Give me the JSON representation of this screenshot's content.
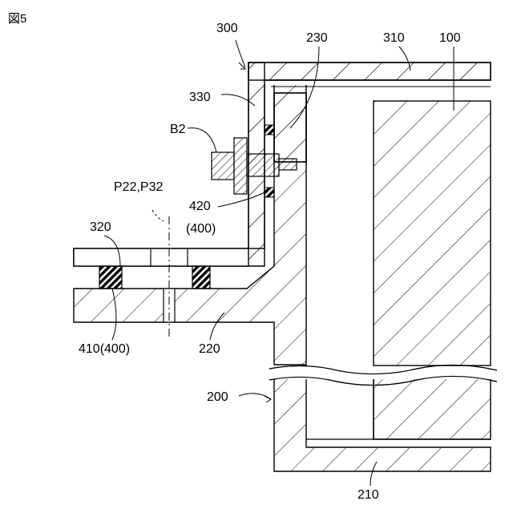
{
  "figure": {
    "title": "図5"
  },
  "labels": {
    "l300": "300",
    "l230": "230",
    "l310": "310",
    "l100": "100",
    "l330": "330",
    "lB2": "B2",
    "lP": "P22,P32",
    "l420": "420",
    "l400": "(400)",
    "l320": "320",
    "l410": "410(400)",
    "l220": "220",
    "l200": "200",
    "l210": "210"
  }
}
